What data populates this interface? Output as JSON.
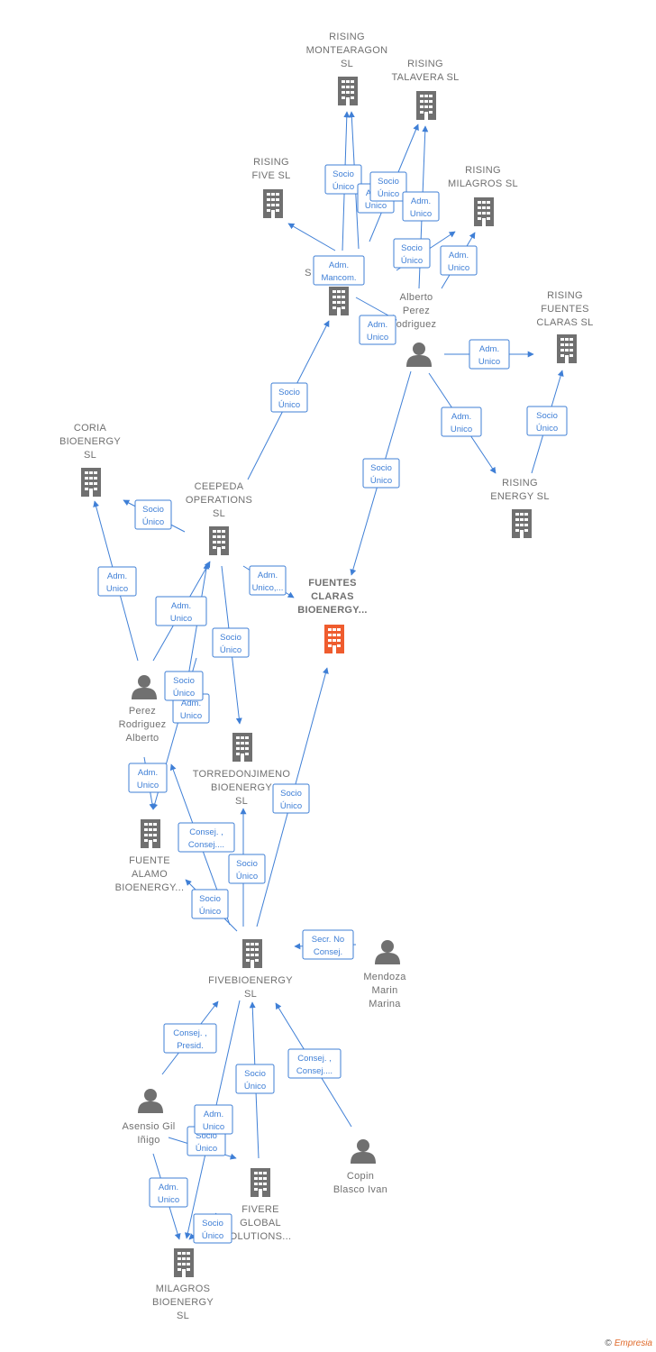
{
  "colors": {
    "edge": "#3f7fd6",
    "node": "#707070",
    "focus_node": "#ef5c2e"
  },
  "nodes": [
    {
      "id": "rising_montearagon",
      "type": "company",
      "label": [
        "RISING",
        "MONTEARAGON",
        "SL"
      ]
    },
    {
      "id": "rising_talavera",
      "type": "company",
      "label": [
        "RISING",
        "TALAVERA  SL"
      ]
    },
    {
      "id": "rising_five",
      "type": "company",
      "label": [
        "RISING",
        "FIVE  SL"
      ]
    },
    {
      "id": "rising_milagros",
      "type": "company",
      "label": [
        "RISING",
        "MILAGROS  SL"
      ]
    },
    {
      "id": "rising_s_mid",
      "type": "company",
      "label": [
        "S"
      ]
    },
    {
      "id": "alberto_perez_rodriguez",
      "type": "person",
      "label": [
        "Alberto",
        "Perez",
        "odriguez"
      ]
    },
    {
      "id": "rising_fuentes_claras",
      "type": "company",
      "label": [
        "RISING",
        "FUENTES",
        "CLARAS  SL"
      ]
    },
    {
      "id": "rising_energy",
      "type": "company",
      "label": [
        "RISING",
        "ENERGY  SL"
      ]
    },
    {
      "id": "coria_bioenergy",
      "type": "company",
      "label": [
        "CORIA",
        "BIOENERGY",
        "SL"
      ]
    },
    {
      "id": "ceepeda_operations",
      "type": "company",
      "label": [
        "CEEPEDA",
        "OPERATIONS",
        "SL"
      ]
    },
    {
      "id": "fuentes_claras_bioenergy",
      "type": "focus",
      "label": [
        "FUENTES",
        "CLARAS",
        "BIOENERGY..."
      ]
    },
    {
      "id": "perez_rodriguez_alberto",
      "type": "person",
      "label": [
        "Perez",
        "Rodriguez",
        "Alberto"
      ]
    },
    {
      "id": "torredonjimeno_bioenergy",
      "type": "company",
      "label": [
        "TORREDONJIMENO",
        "BIOENERGY",
        "SL"
      ]
    },
    {
      "id": "fuente_alamo_bioenergy",
      "type": "company",
      "label": [
        "FUENTE",
        "ALAMO",
        "BIOENERGY..."
      ]
    },
    {
      "id": "fivebioenergy",
      "type": "company",
      "label": [
        "FIVEBIOENERGY",
        "SL"
      ]
    },
    {
      "id": "mendoza_marin_marina",
      "type": "person",
      "label": [
        "Mendoza",
        "Marin",
        "Marina"
      ]
    },
    {
      "id": "asensio_gil_inigo",
      "type": "person",
      "label": [
        "Asensio Gil",
        "Iñigo"
      ]
    },
    {
      "id": "fivere_global",
      "type": "company",
      "label": [
        "FIVERE",
        "GLOBAL",
        "OLUTIONS..."
      ]
    },
    {
      "id": "copin_blasco_ivan",
      "type": "person",
      "label": [
        "Copin",
        "Blasco Ivan"
      ]
    },
    {
      "id": "milagros_bioenergy",
      "type": "company",
      "label": [
        "MILAGROS",
        "BIOENERGY",
        "SL"
      ]
    }
  ],
  "edges": [
    {
      "label": [
        "Socio",
        "Único"
      ]
    },
    {
      "label": [
        "Adm.",
        "Unico"
      ]
    },
    {
      "label": [
        "Socio",
        "Único"
      ]
    },
    {
      "label": [
        "Adm.",
        "Unico"
      ]
    },
    {
      "label": [
        "Socio",
        "Único"
      ]
    },
    {
      "label": [
        "Adm.",
        "Unico"
      ]
    },
    {
      "label": [
        "Adm.",
        "Mancom."
      ]
    },
    {
      "label": [
        "Adm.",
        "Unico"
      ]
    },
    {
      "label": [
        "Adm.",
        "Unico"
      ]
    },
    {
      "label": [
        "Adm.",
        "Unico"
      ]
    },
    {
      "label": [
        "Socio",
        "Único"
      ]
    },
    {
      "label": [
        "Socio",
        "Único"
      ]
    },
    {
      "label": [
        "Adm.",
        "Unico"
      ]
    },
    {
      "label": [
        "Socio",
        "Único"
      ]
    },
    {
      "label": [
        "Adm.",
        "Unico"
      ]
    },
    {
      "label": [
        "Socio",
        "Único"
      ]
    },
    {
      "label": [
        "Adm.",
        "Unico,..."
      ]
    },
    {
      "label": [
        "Socio",
        "Único"
      ]
    },
    {
      "label": [
        "Adm.",
        "Unico"
      ]
    },
    {
      "label": [
        "Socio",
        "Único"
      ]
    },
    {
      "label": [
        "Adm.",
        "Unico"
      ]
    },
    {
      "label": [
        "Socio",
        "Único"
      ]
    },
    {
      "label": [
        "Consej. ,",
        "Consej...."
      ]
    },
    {
      "label": [
        "Socio",
        "Único"
      ]
    },
    {
      "label": [
        "Socio",
        "Único"
      ]
    },
    {
      "label": [
        "Secr.  No",
        "Consej."
      ]
    },
    {
      "label": [
        "Consej. ,",
        "Presid."
      ]
    },
    {
      "label": [
        "Socio",
        "Único"
      ]
    },
    {
      "label": [
        "Consej. ,",
        "Consej...."
      ]
    },
    {
      "label": [
        "Adm.",
        "Unico"
      ]
    },
    {
      "label": [
        "Socio",
        "Único"
      ]
    },
    {
      "label": [
        "Adm.",
        "Unico"
      ]
    },
    {
      "label": [
        "Socio",
        "Único"
      ]
    }
  ],
  "footer": {
    "copyright_symbol": "©",
    "brand": "Empresia"
  }
}
